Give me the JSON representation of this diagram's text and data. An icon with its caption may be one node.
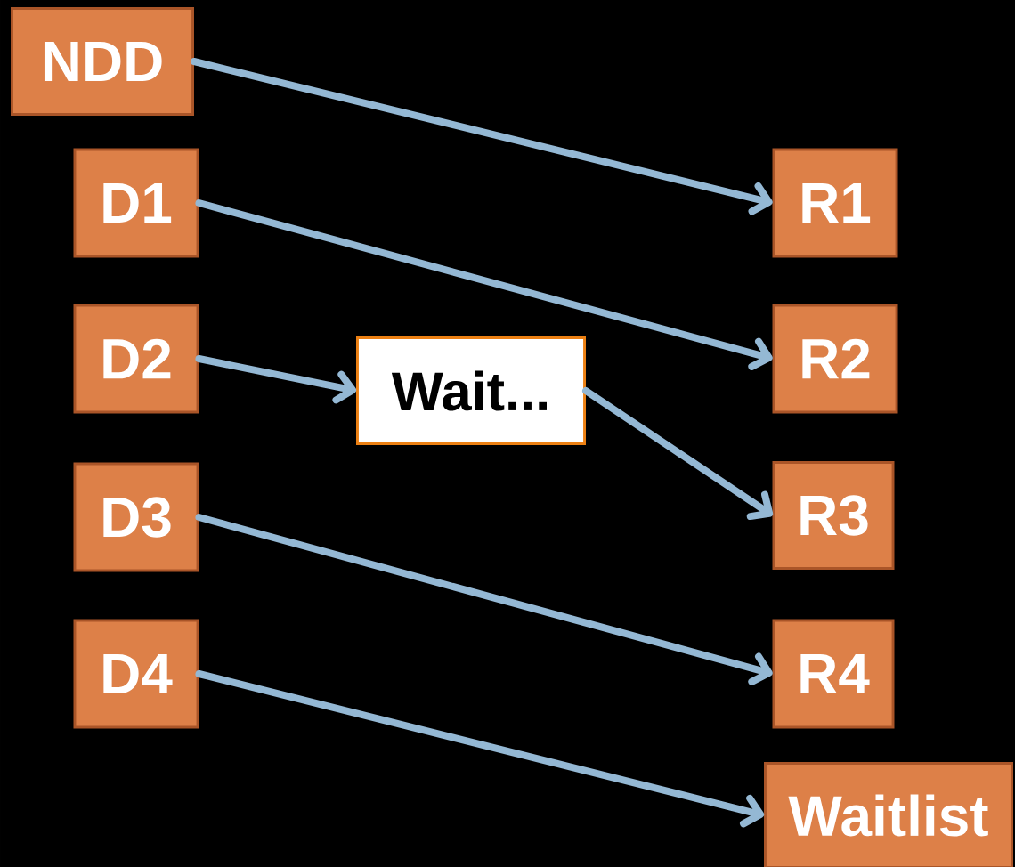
{
  "diagram": {
    "nodes": [
      {
        "text": [
          "NDD"
        ]
      },
      {
        "text": [
          "D1"
        ]
      },
      {
        "text": [
          "D2"
        ]
      },
      {
        "text": [
          "D3"
        ]
      },
      {
        "text": [
          "D4"
        ]
      },
      {
        "text": [
          "Wait..."
        ]
      },
      {
        "text": [
          "R1"
        ]
      },
      {
        "text": [
          "R2"
        ]
      },
      {
        "text": [
          "R3"
        ]
      },
      {
        "text": [
          "R4"
        ]
      },
      {
        "text": [
          "Waitlist"
        ]
      }
    ],
    "edges": [
      {
        "from": 0,
        "to": 6,
        "arrow": "to"
      },
      {
        "from": 1,
        "to": 7,
        "arrow": "to"
      },
      {
        "from": 2,
        "to": 5,
        "arrow": "to"
      },
      {
        "from": 5,
        "to": 8,
        "arrow": "to"
      },
      {
        "from": 3,
        "to": 9,
        "arrow": "to"
      },
      {
        "from": 4,
        "to": 10,
        "arrow": "to"
      }
    ]
  }
}
